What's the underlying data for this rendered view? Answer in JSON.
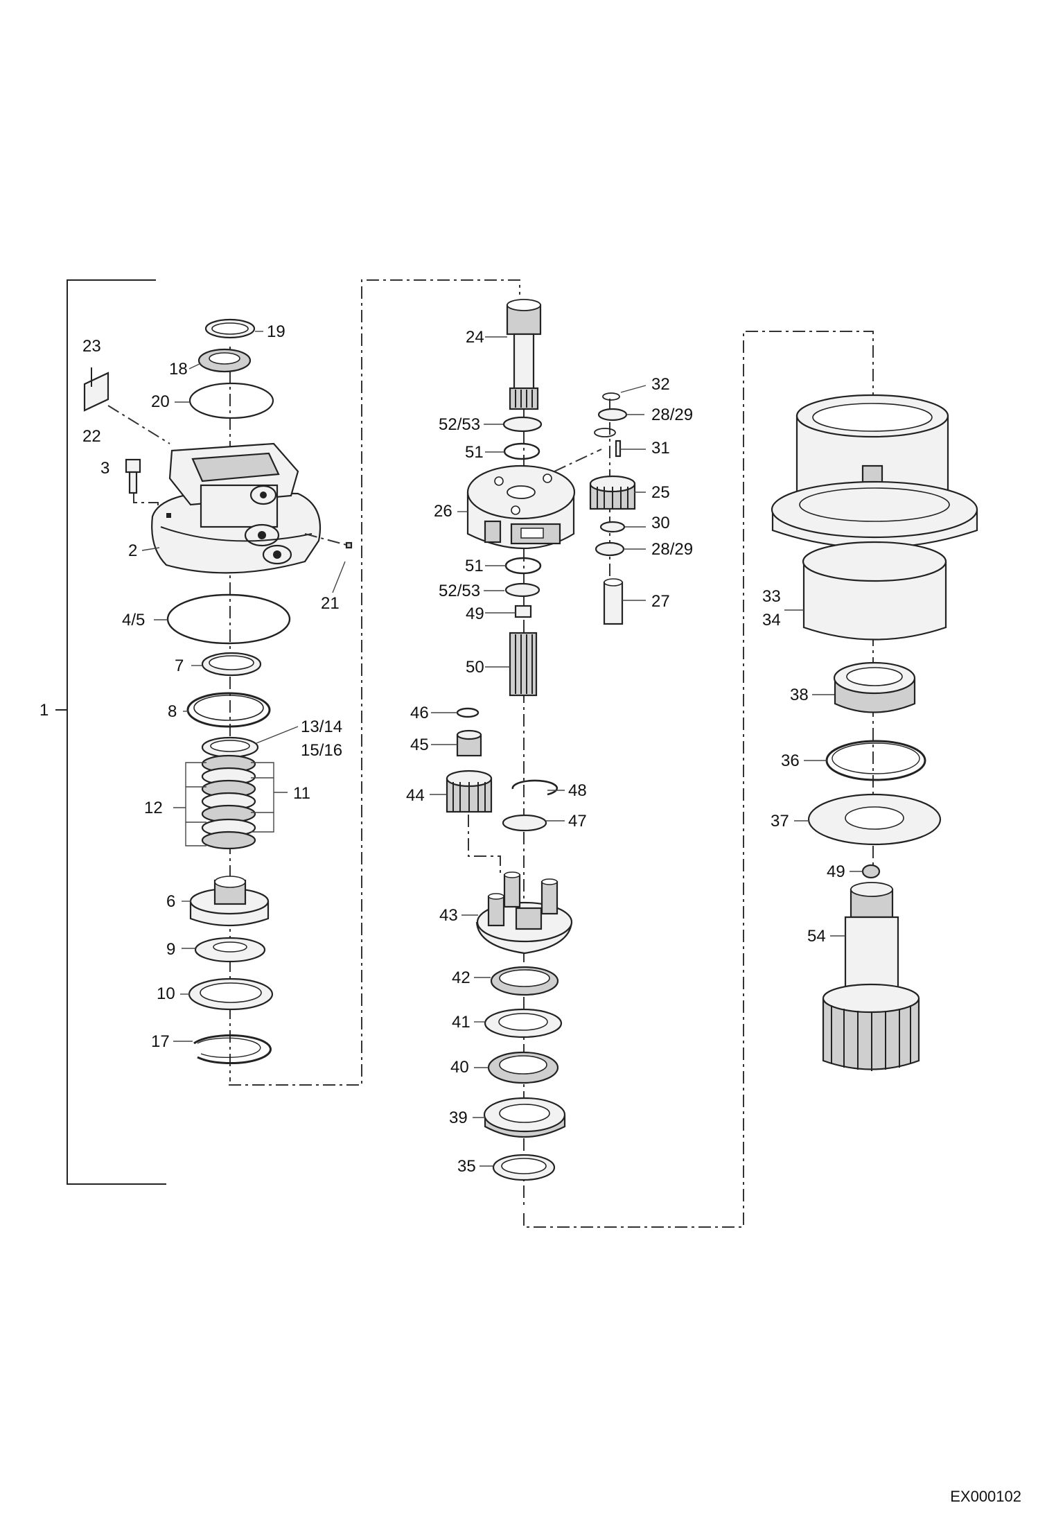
{
  "diagram": {
    "code": "EX000102",
    "labels": {
      "l1": "1",
      "l2": "2",
      "l3": "3",
      "l45": "4/5",
      "l6": "6",
      "l7": "7",
      "l8": "8",
      "l9": "9",
      "l10": "10",
      "l11": "11",
      "l12": "12",
      "l1314": "13/14",
      "l1516": "15/16",
      "l17": "17",
      "l18": "18",
      "l19": "19",
      "l20": "20",
      "l21": "21",
      "l22": "22",
      "l23": "23",
      "l24": "24",
      "l25": "25",
      "l26": "26",
      "l27": "27",
      "l2829a": "28/29",
      "l2829b": "28/29",
      "l30": "30",
      "l31": "31",
      "l32": "32",
      "l33": "33",
      "l34": "34",
      "l35": "35",
      "l36": "36",
      "l37": "37",
      "l38": "38",
      "l39": "39",
      "l40": "40",
      "l41": "41",
      "l42": "42",
      "l43": "43",
      "l44": "44",
      "l45b": "45",
      "l46": "46",
      "l47": "47",
      "l48": "48",
      "l49a": "49",
      "l49b": "49",
      "l50": "50",
      "l51a": "51",
      "l51b": "51",
      "l5253a": "52/53",
      "l5253b": "52/53",
      "l54": "54"
    }
  }
}
